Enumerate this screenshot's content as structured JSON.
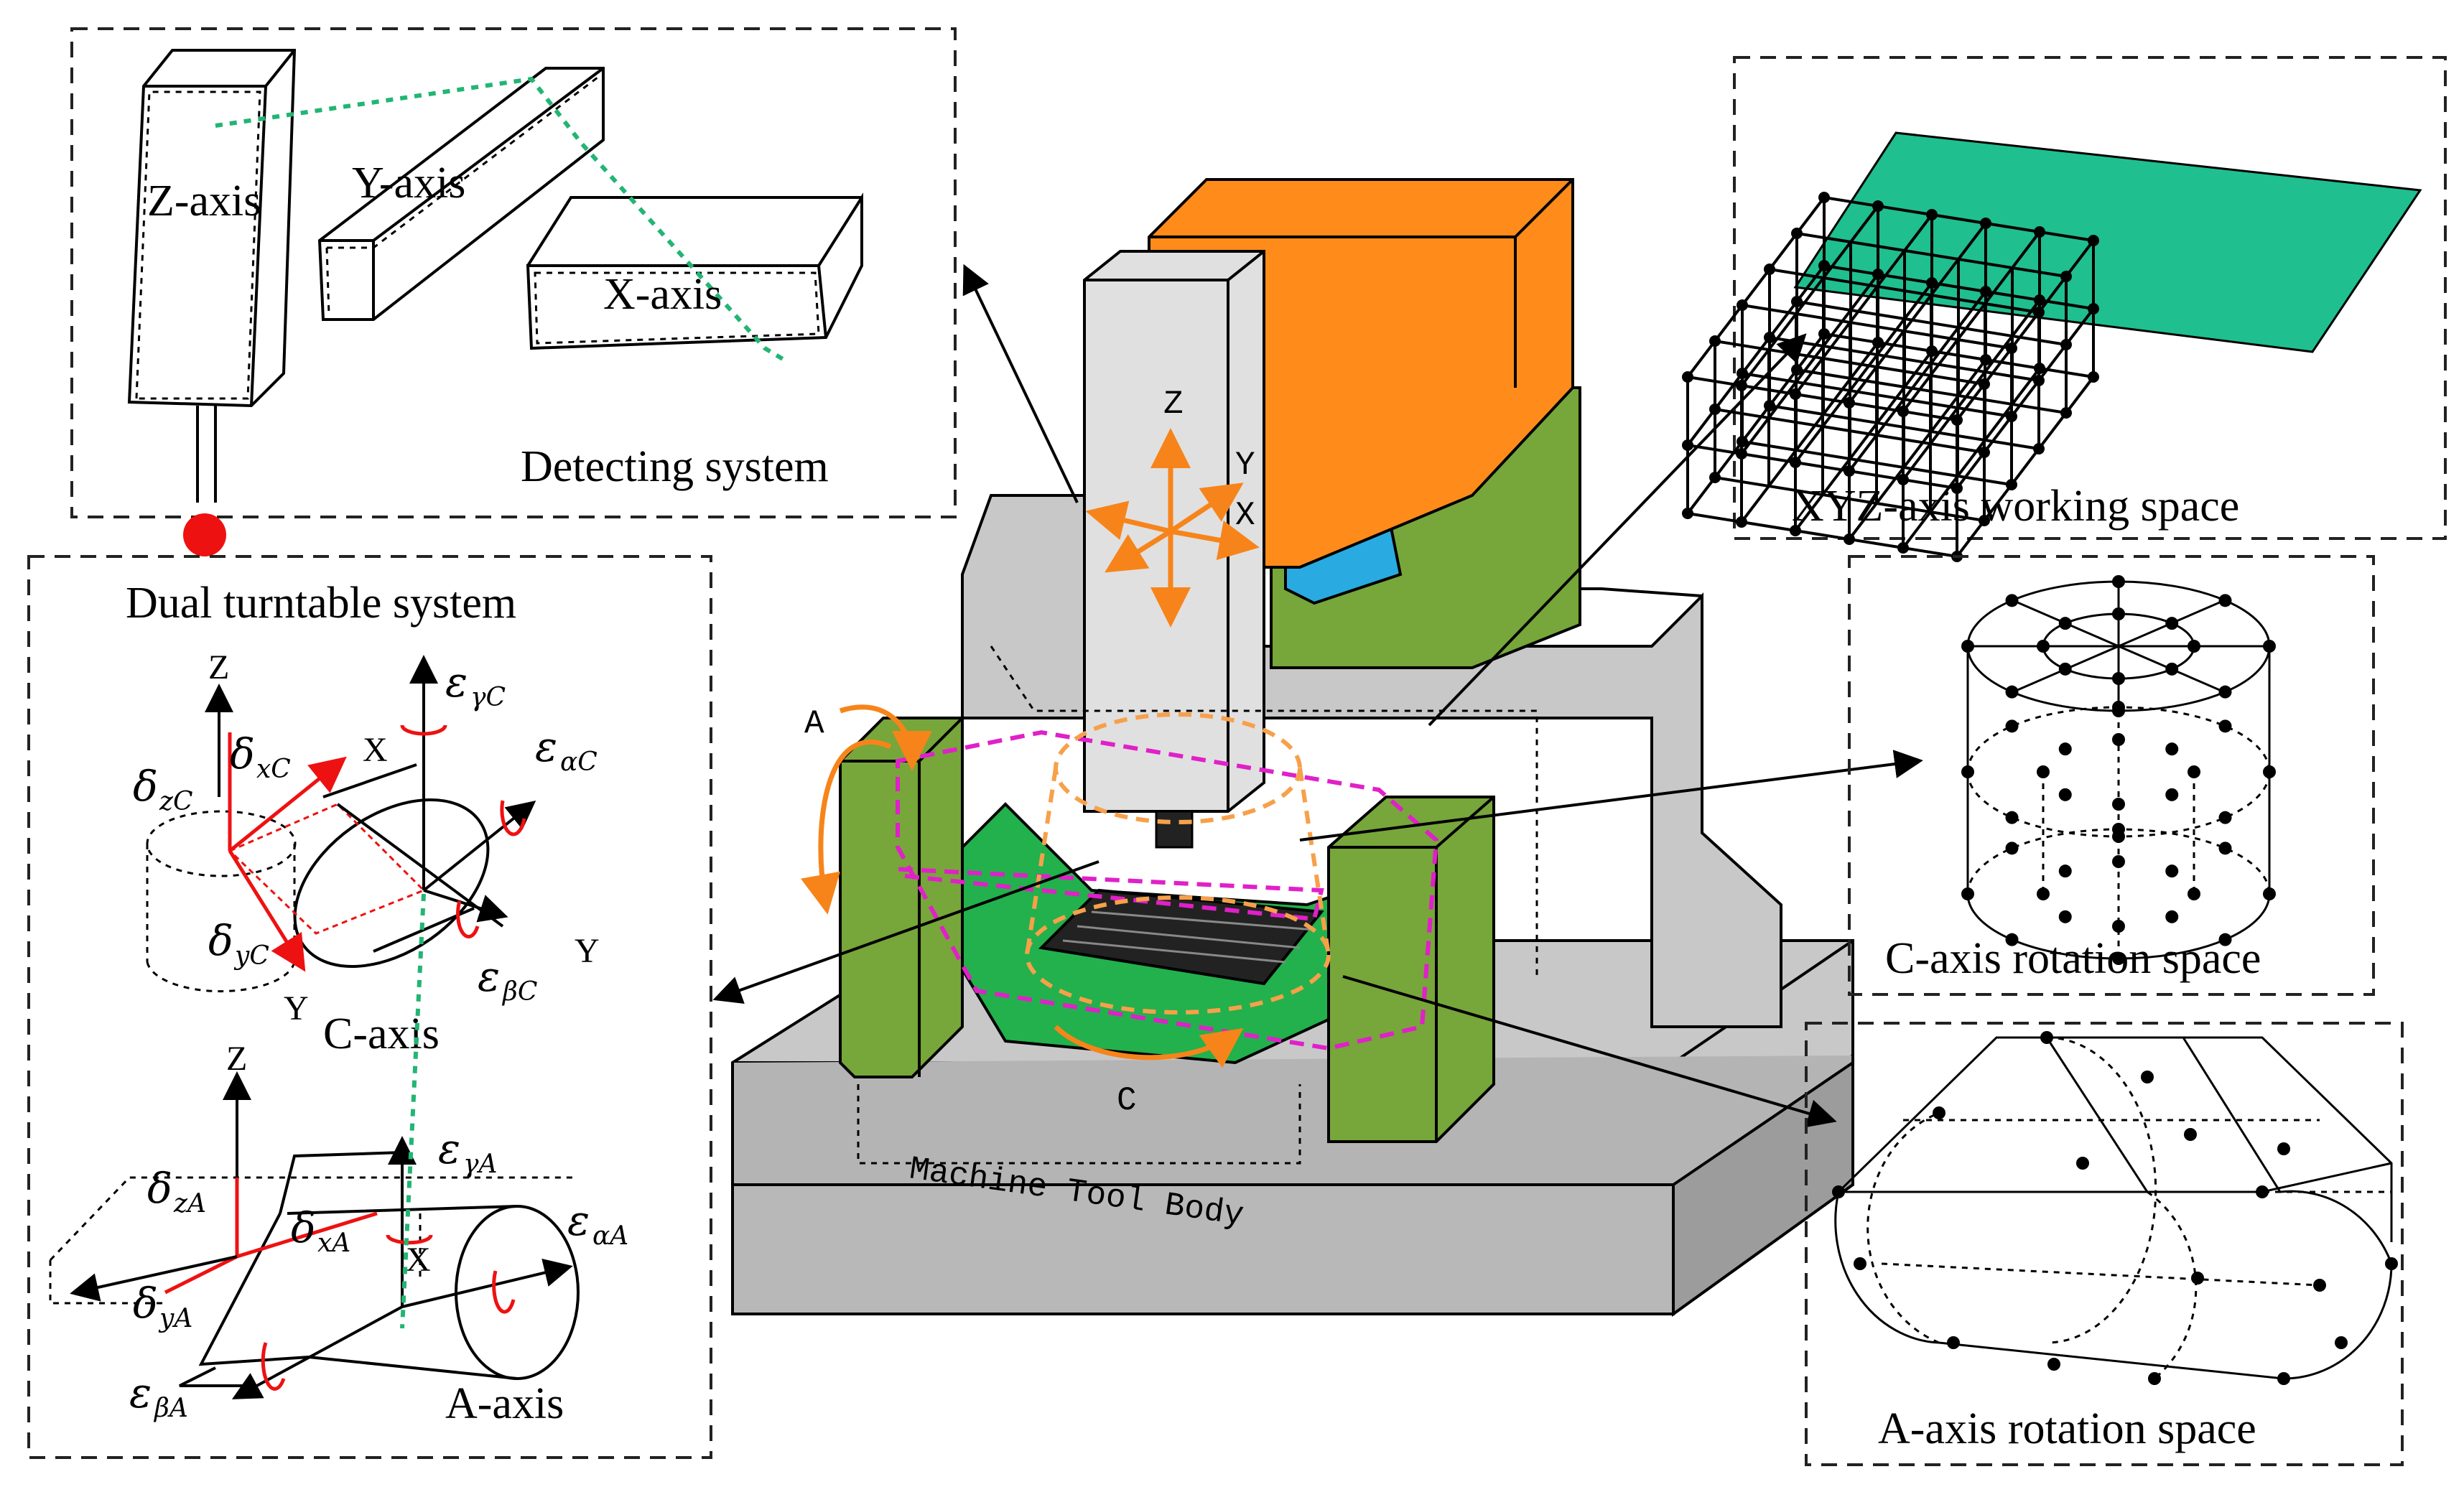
{
  "panels": {
    "detecting": {
      "title": "Detecting system",
      "z_axis": "Z-axis",
      "y_axis": "Y-axis",
      "x_axis": "X-axis"
    },
    "dual_turntable": {
      "title": "Dual turntable system",
      "c_axis_label": "C-axis",
      "a_axis_label": "A-axis",
      "c_frame": {
        "z": "Z",
        "x": "X",
        "y": "Y"
      },
      "c_right": {
        "y": "Y"
      },
      "a_frame": {
        "z": "Z",
        "x": "X"
      },
      "c_errors": {
        "delta_zC": {
          "sym": "δ",
          "sub": "zC"
        },
        "delta_xC": {
          "sym": "δ",
          "sub": "xC"
        },
        "delta_yC": {
          "sym": "δ",
          "sub": "yC"
        },
        "eps_gammaC": {
          "sym": "ε",
          "sub": "γC"
        },
        "eps_alphaC": {
          "sym": "ε",
          "sub": "αC"
        },
        "eps_betaC": {
          "sym": "ε",
          "sub": "βC"
        }
      },
      "a_errors": {
        "delta_zA": {
          "sym": "δ",
          "sub": "zA"
        },
        "delta_xA": {
          "sym": "δ",
          "sub": "xA"
        },
        "delta_yA": {
          "sym": "δ",
          "sub": "yA"
        },
        "eps_gammaA": {
          "sym": "ε",
          "sub": "γA"
        },
        "eps_alphaA": {
          "sym": "ε",
          "sub": "αA"
        },
        "eps_betaA": {
          "sym": "ε",
          "sub": "βA"
        }
      }
    },
    "machine": {
      "body_label": "Machine Tool Body",
      "spindle_z": "Z",
      "spindle_y": "Y",
      "spindle_x": "X",
      "a_rot": "A",
      "c_rot": "C"
    },
    "xyz_space": {
      "title": "XYZ-axis working space"
    },
    "c_space": {
      "title": "C-axis rotation space"
    },
    "a_space": {
      "title": "A-axis rotation space"
    }
  },
  "colors": {
    "column_orange": "#ff8c1a",
    "saddle_green": "#77a63a",
    "cradle_green": "#22b14c",
    "slide_blue": "#29abe2",
    "body_grey": "#c8c8c8",
    "plane_teal": "#1fbf8f",
    "error_red": "#ee1111",
    "probe_red": "#ee1111",
    "path_magenta": "#e020c8",
    "path_orange": "#f7a04a",
    "path_green": "#22b573"
  }
}
